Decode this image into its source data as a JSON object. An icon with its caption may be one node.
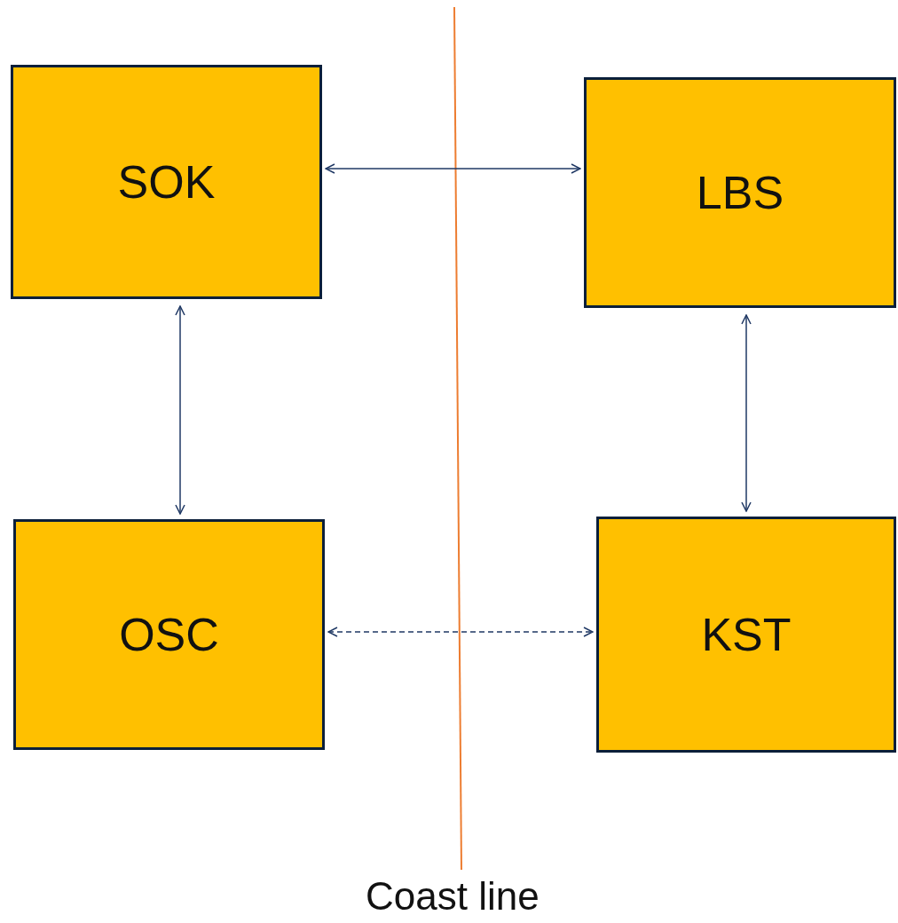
{
  "diagram": {
    "nodes": [
      {
        "text": [
          "SOK"
        ]
      },
      {
        "text": [
          "LBS"
        ]
      },
      {
        "text": [
          "OSC"
        ]
      },
      {
        "text": [
          "KST"
        ]
      }
    ],
    "edges": [
      {
        "from": 0,
        "to": 1,
        "arrow": "both"
      },
      {
        "from": 0,
        "to": 2,
        "arrow": "both"
      },
      {
        "from": 1,
        "to": 3,
        "arrow": "both"
      },
      {
        "from": 2,
        "to": 3,
        "arrow": "both",
        "style": "dashed"
      }
    ],
    "labels": [
      "Coast line"
    ]
  }
}
